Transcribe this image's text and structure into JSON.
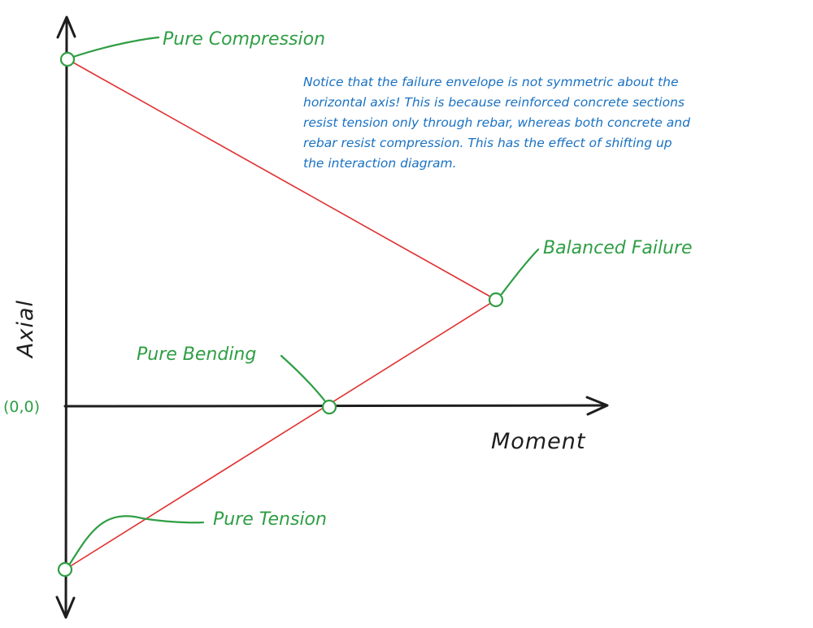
{
  "labels": {
    "pure_compression": "Pure Compression",
    "balanced_failure": "Balanced Failure",
    "pure_bending": "Pure Bending",
    "pure_tension": "Pure Tension",
    "origin": "(0,0)",
    "axial_axis": "Axial",
    "moment_axis": "Moment"
  },
  "note": {
    "lines": [
      "Notice that the failure envelope is not symmetric about the",
      "horizontal axis! This is because reinforced concrete sections",
      "resist tension only through rebar, whereas both concrete and",
      "rebar resist compression. This has the effect of shifting up",
      "the interaction diagram."
    ]
  },
  "colors": {
    "axis": "#1e1e1e",
    "envelope": "#e03131",
    "callout": "#2f9e44",
    "note_text": "#1971c2",
    "point_fill": "#ffffff"
  }
}
